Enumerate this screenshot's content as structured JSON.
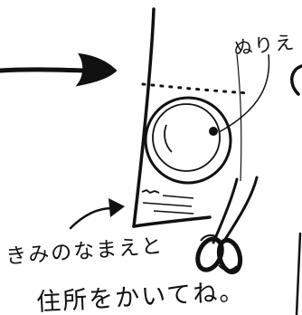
{
  "annotations": {
    "top_right": "ぬりえ",
    "bottom_line1": "きみのなまえと",
    "bottom_line2": "住所をかいてね。"
  },
  "colors": {
    "ink": "#111111",
    "background": "#ffffff"
  }
}
